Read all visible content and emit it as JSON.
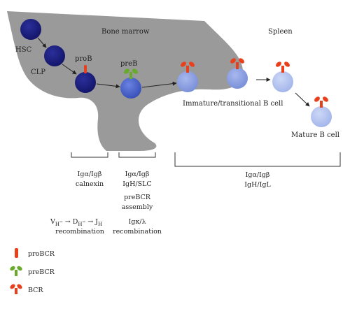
{
  "regions": {
    "bone_marrow": "Bone marrow",
    "spleen": "Spleen"
  },
  "cells": {
    "hsc": "HSC",
    "clp": "CLP",
    "prob": "proB",
    "preb": "preB",
    "immature": "Immature/transitional B cell",
    "mature": "Mature B cell"
  },
  "stages": {
    "prob_markers": [
      "Igα/Igβ",
      "calnexin"
    ],
    "prob_events": [
      "recombination"
    ],
    "preb_markers": [
      "Igα/Igβ",
      "IgH/SLC",
      "preBCR",
      "assembly"
    ],
    "preb_events": [
      "Igκ/λ",
      "recombination"
    ],
    "spleen_markers": [
      "Igα/Igβ",
      "IgH/IgL"
    ]
  },
  "vdj": {
    "v": "V",
    "v_sub": "H",
    "d": "D",
    "d_sub": "H",
    "j": "J",
    "j_sub": "H",
    "arrow": "→",
    "dash": "–"
  },
  "legend": [
    {
      "label": "proBCR",
      "icon": "probcr-icon",
      "color": "#e8401c"
    },
    {
      "label": "preBCR",
      "icon": "prebcr-icon",
      "color": "#6aaa2a"
    },
    {
      "label": "BCR",
      "icon": "bcr-icon",
      "color": "#e8401c"
    }
  ],
  "colors": {
    "marrow": "#9a9a9a",
    "dark_cell": "#1c1f7e",
    "mid_cell": "#4a63c8",
    "light_cell": "#8ea3e2",
    "pale_cell": "#b3c3ef",
    "bcr": "#e8401c",
    "prebcr": "#6aaa2a"
  }
}
